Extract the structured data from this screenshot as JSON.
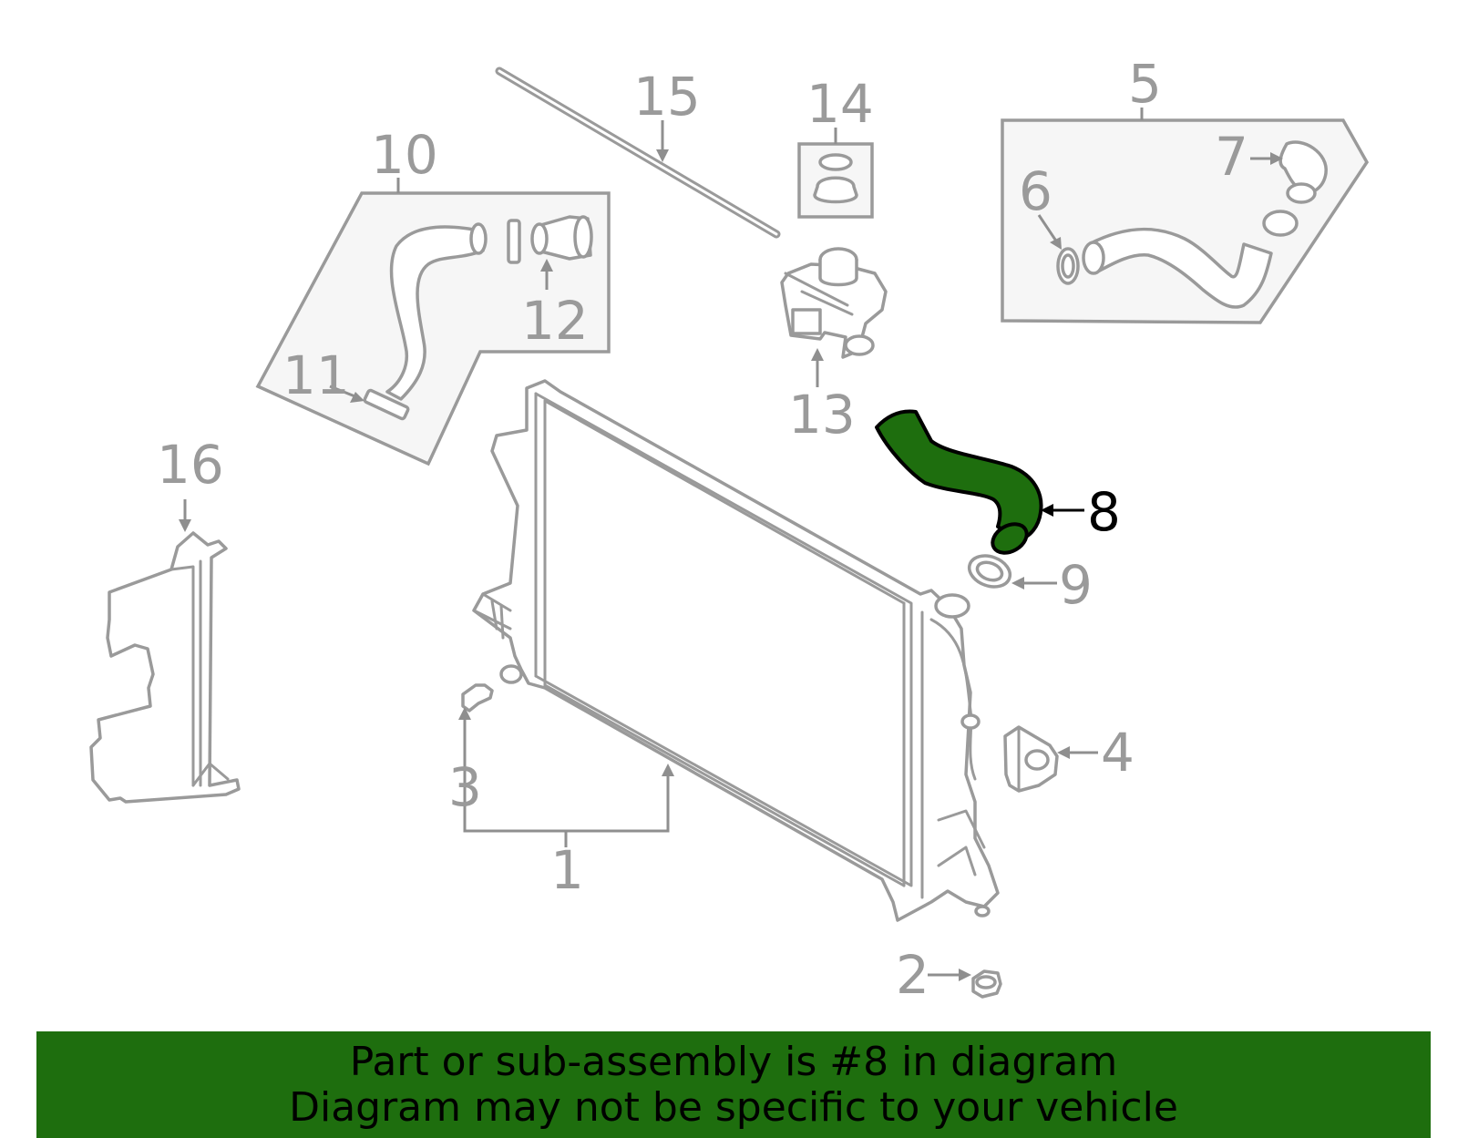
{
  "diagram": {
    "highlight_color": "#1e6e0e",
    "highlighted_part": "8",
    "callouts": [
      "1",
      "2",
      "3",
      "4",
      "5",
      "6",
      "7",
      "8",
      "9",
      "10",
      "11",
      "12",
      "13",
      "14",
      "15",
      "16"
    ]
  },
  "banner": {
    "color": "#1e6e0e",
    "line1": "Part or sub-assembly is #8 in diagram",
    "line2": "Diagram may not be specific to your vehicle"
  }
}
